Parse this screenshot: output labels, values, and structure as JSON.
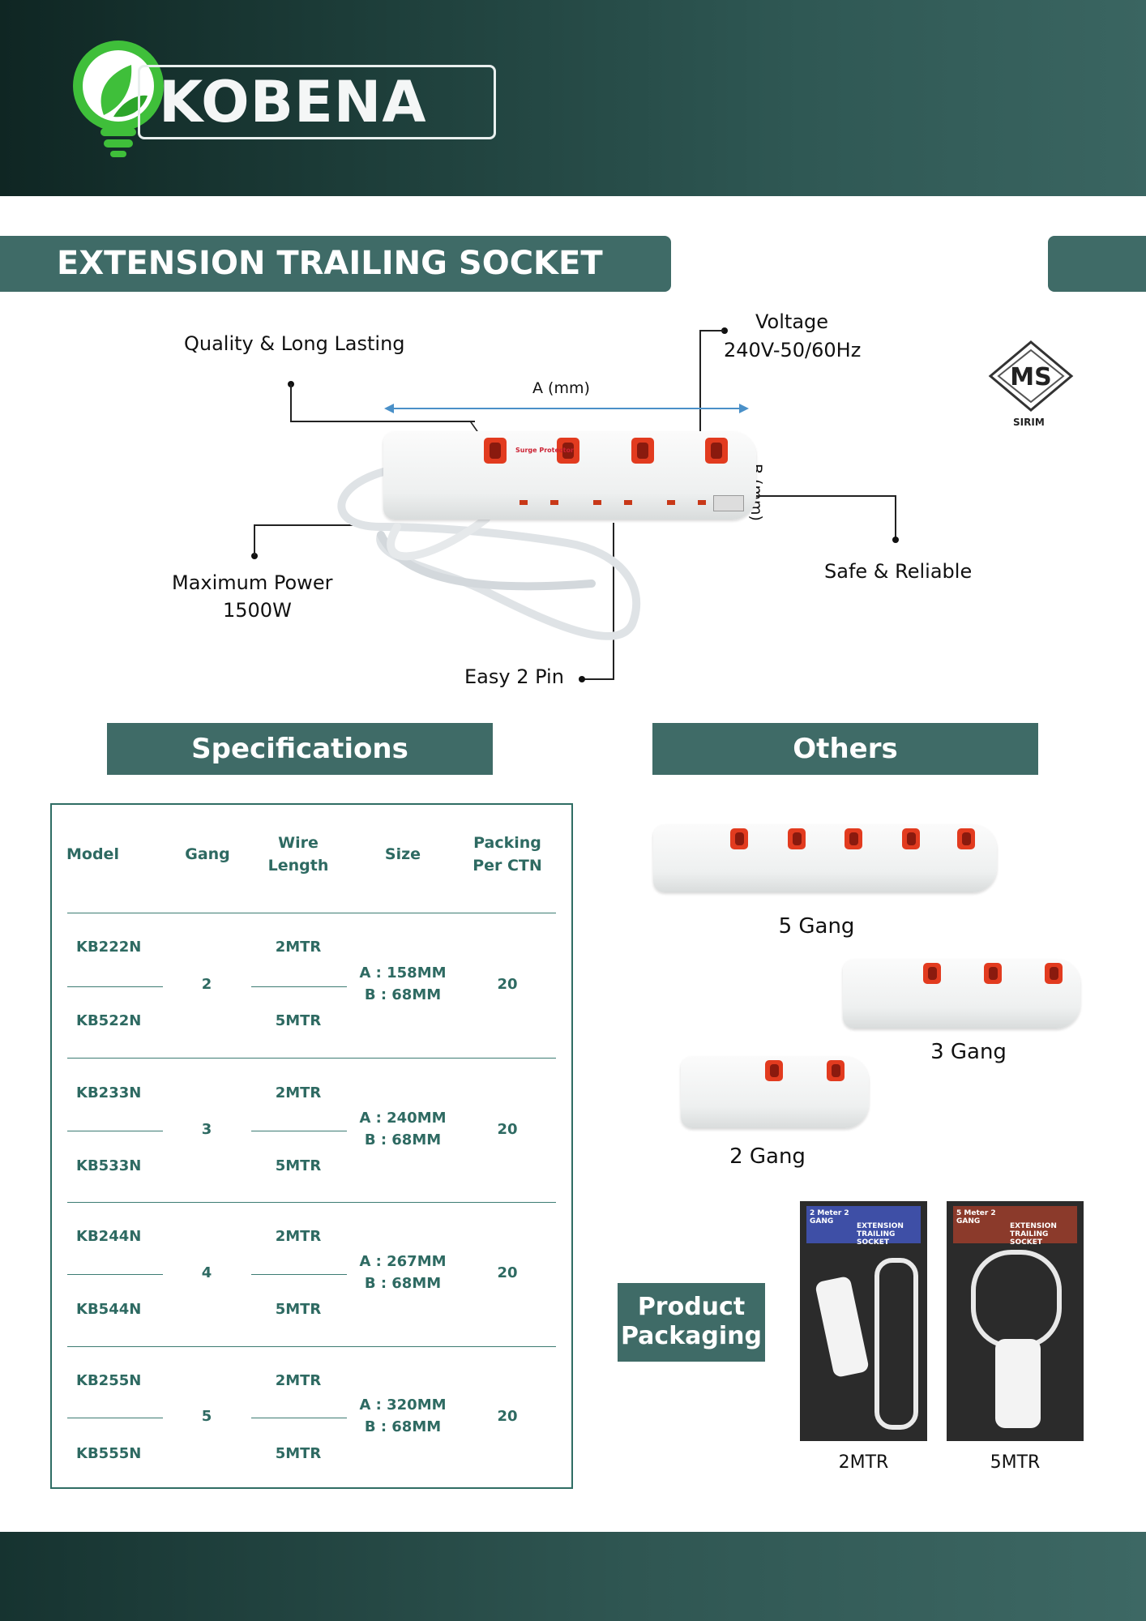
{
  "brand": {
    "name": "KOBENA"
  },
  "title": "EXTENSION TRAILING SOCKET",
  "callouts": {
    "quality": "Quality & Long Lasting",
    "voltage_label": "Voltage",
    "voltage_value": "240V-50/60Hz",
    "dim_a": "A (mm)",
    "dim_b": "B (mm)",
    "safe": "Safe & Reliable",
    "power_label": "Maximum Power",
    "power_value": "1500W",
    "pin": "Easy 2 Pin",
    "cert_mark": "MS",
    "cert_name": "SIRIM",
    "surge_text": "Surge Protector"
  },
  "sections": {
    "specs": "Specifications",
    "others": "Others",
    "packaging": "Product Packaging"
  },
  "table": {
    "headers": {
      "model": "Model",
      "gang": "Gang",
      "wire": "Wire Length",
      "size": "Size",
      "packing": "Packing Per CTN"
    },
    "groups": [
      {
        "model_a": "KB222N",
        "model_b": "KB522N",
        "gang": "2",
        "wire_a": "2MTR",
        "wire_b": "5MTR",
        "size_a": "A : 158MM",
        "size_b": "B : 68MM",
        "packing": "20"
      },
      {
        "model_a": "KB233N",
        "model_b": "KB533N",
        "gang": "3",
        "wire_a": "2MTR",
        "wire_b": "5MTR",
        "size_a": "A : 240MM",
        "size_b": "B : 68MM",
        "packing": "20"
      },
      {
        "model_a": "KB244N",
        "model_b": "KB544N",
        "gang": "4",
        "wire_a": "2MTR",
        "wire_b": "5MTR",
        "size_a": "A : 267MM",
        "size_b": "B : 68MM",
        "packing": "20"
      },
      {
        "model_a": "KB255N",
        "model_b": "KB555N",
        "gang": "5",
        "wire_a": "2MTR",
        "wire_b": "5MTR",
        "size_a": "A : 320MM",
        "size_b": "B : 68MM",
        "packing": "20"
      }
    ]
  },
  "others": {
    "five": "5 Gang",
    "three": "3 Gang",
    "two": "2 Gang"
  },
  "packaging": {
    "left": {
      "caption": "2MTR",
      "tag": "2 Meter 2 GANG",
      "label": "EXTENSION TRAILING SOCKET"
    },
    "right": {
      "caption": "5MTR",
      "tag": "5 Meter 2 GANG",
      "label": "EXTENSION TRAILING SOCKET"
    }
  },
  "colors": {
    "teal": "#3f6b67",
    "teal_text": "#2e6a62",
    "accent_blue": "#4a90c8",
    "switch_red": "#e23b1f",
    "logo_green": "#3fbf3a"
  }
}
